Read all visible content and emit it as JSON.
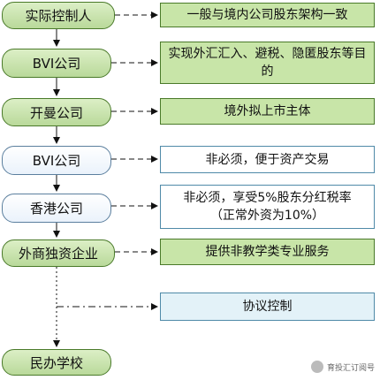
{
  "nodes": {
    "controller": "实际控制人",
    "bvi1": "BVI公司",
    "kaiman": "开曼公司",
    "bvi2": "BVI公司",
    "hongkong": "香港公司",
    "wfoe": "外商独资企业",
    "school": "民办学校"
  },
  "notes": {
    "controller": "一般与境内公司股东架构一致",
    "bvi1": "实现外汇汇入、避税、隐匿股东等目的",
    "kaiman": "境外拟上市主体",
    "bvi2": "非必须，便于资产交易",
    "hongkong_line1": "非必须，享受5%股东分红税率",
    "hongkong_line2": "（正常外资为10%）",
    "wfoe": "提供非教学类专业服务",
    "agreement": "协议控制"
  },
  "watermark": "育投汇订阅号"
}
